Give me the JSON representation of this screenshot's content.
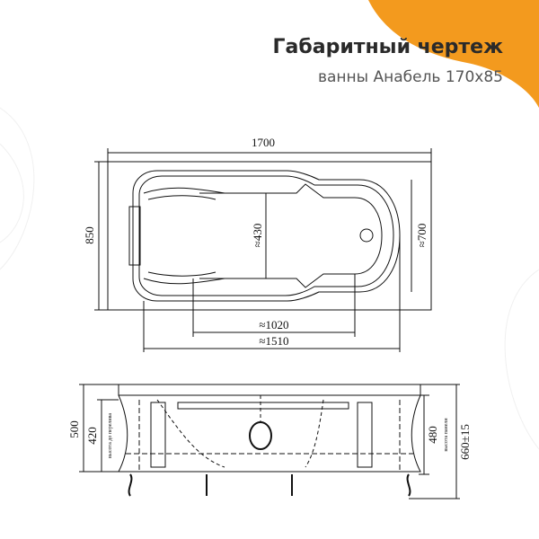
{
  "header": {
    "title": "Габаритный чертеж",
    "subtitle": "ванны Анабель 170x85"
  },
  "colors": {
    "accent": "#F39A1E",
    "line": "#111111"
  },
  "top_view": {
    "length": "1700",
    "width": "850",
    "inner_width": "≈430",
    "bowl_width": "≈700",
    "inner_length": "≈1020",
    "bowl_length": "≈1510"
  },
  "side_view": {
    "height": "500",
    "overflow_height": "420",
    "overflow_label": "высота до перелива",
    "panel_height": "480",
    "panel_label": "высота панели",
    "total_height": "660±15"
  }
}
